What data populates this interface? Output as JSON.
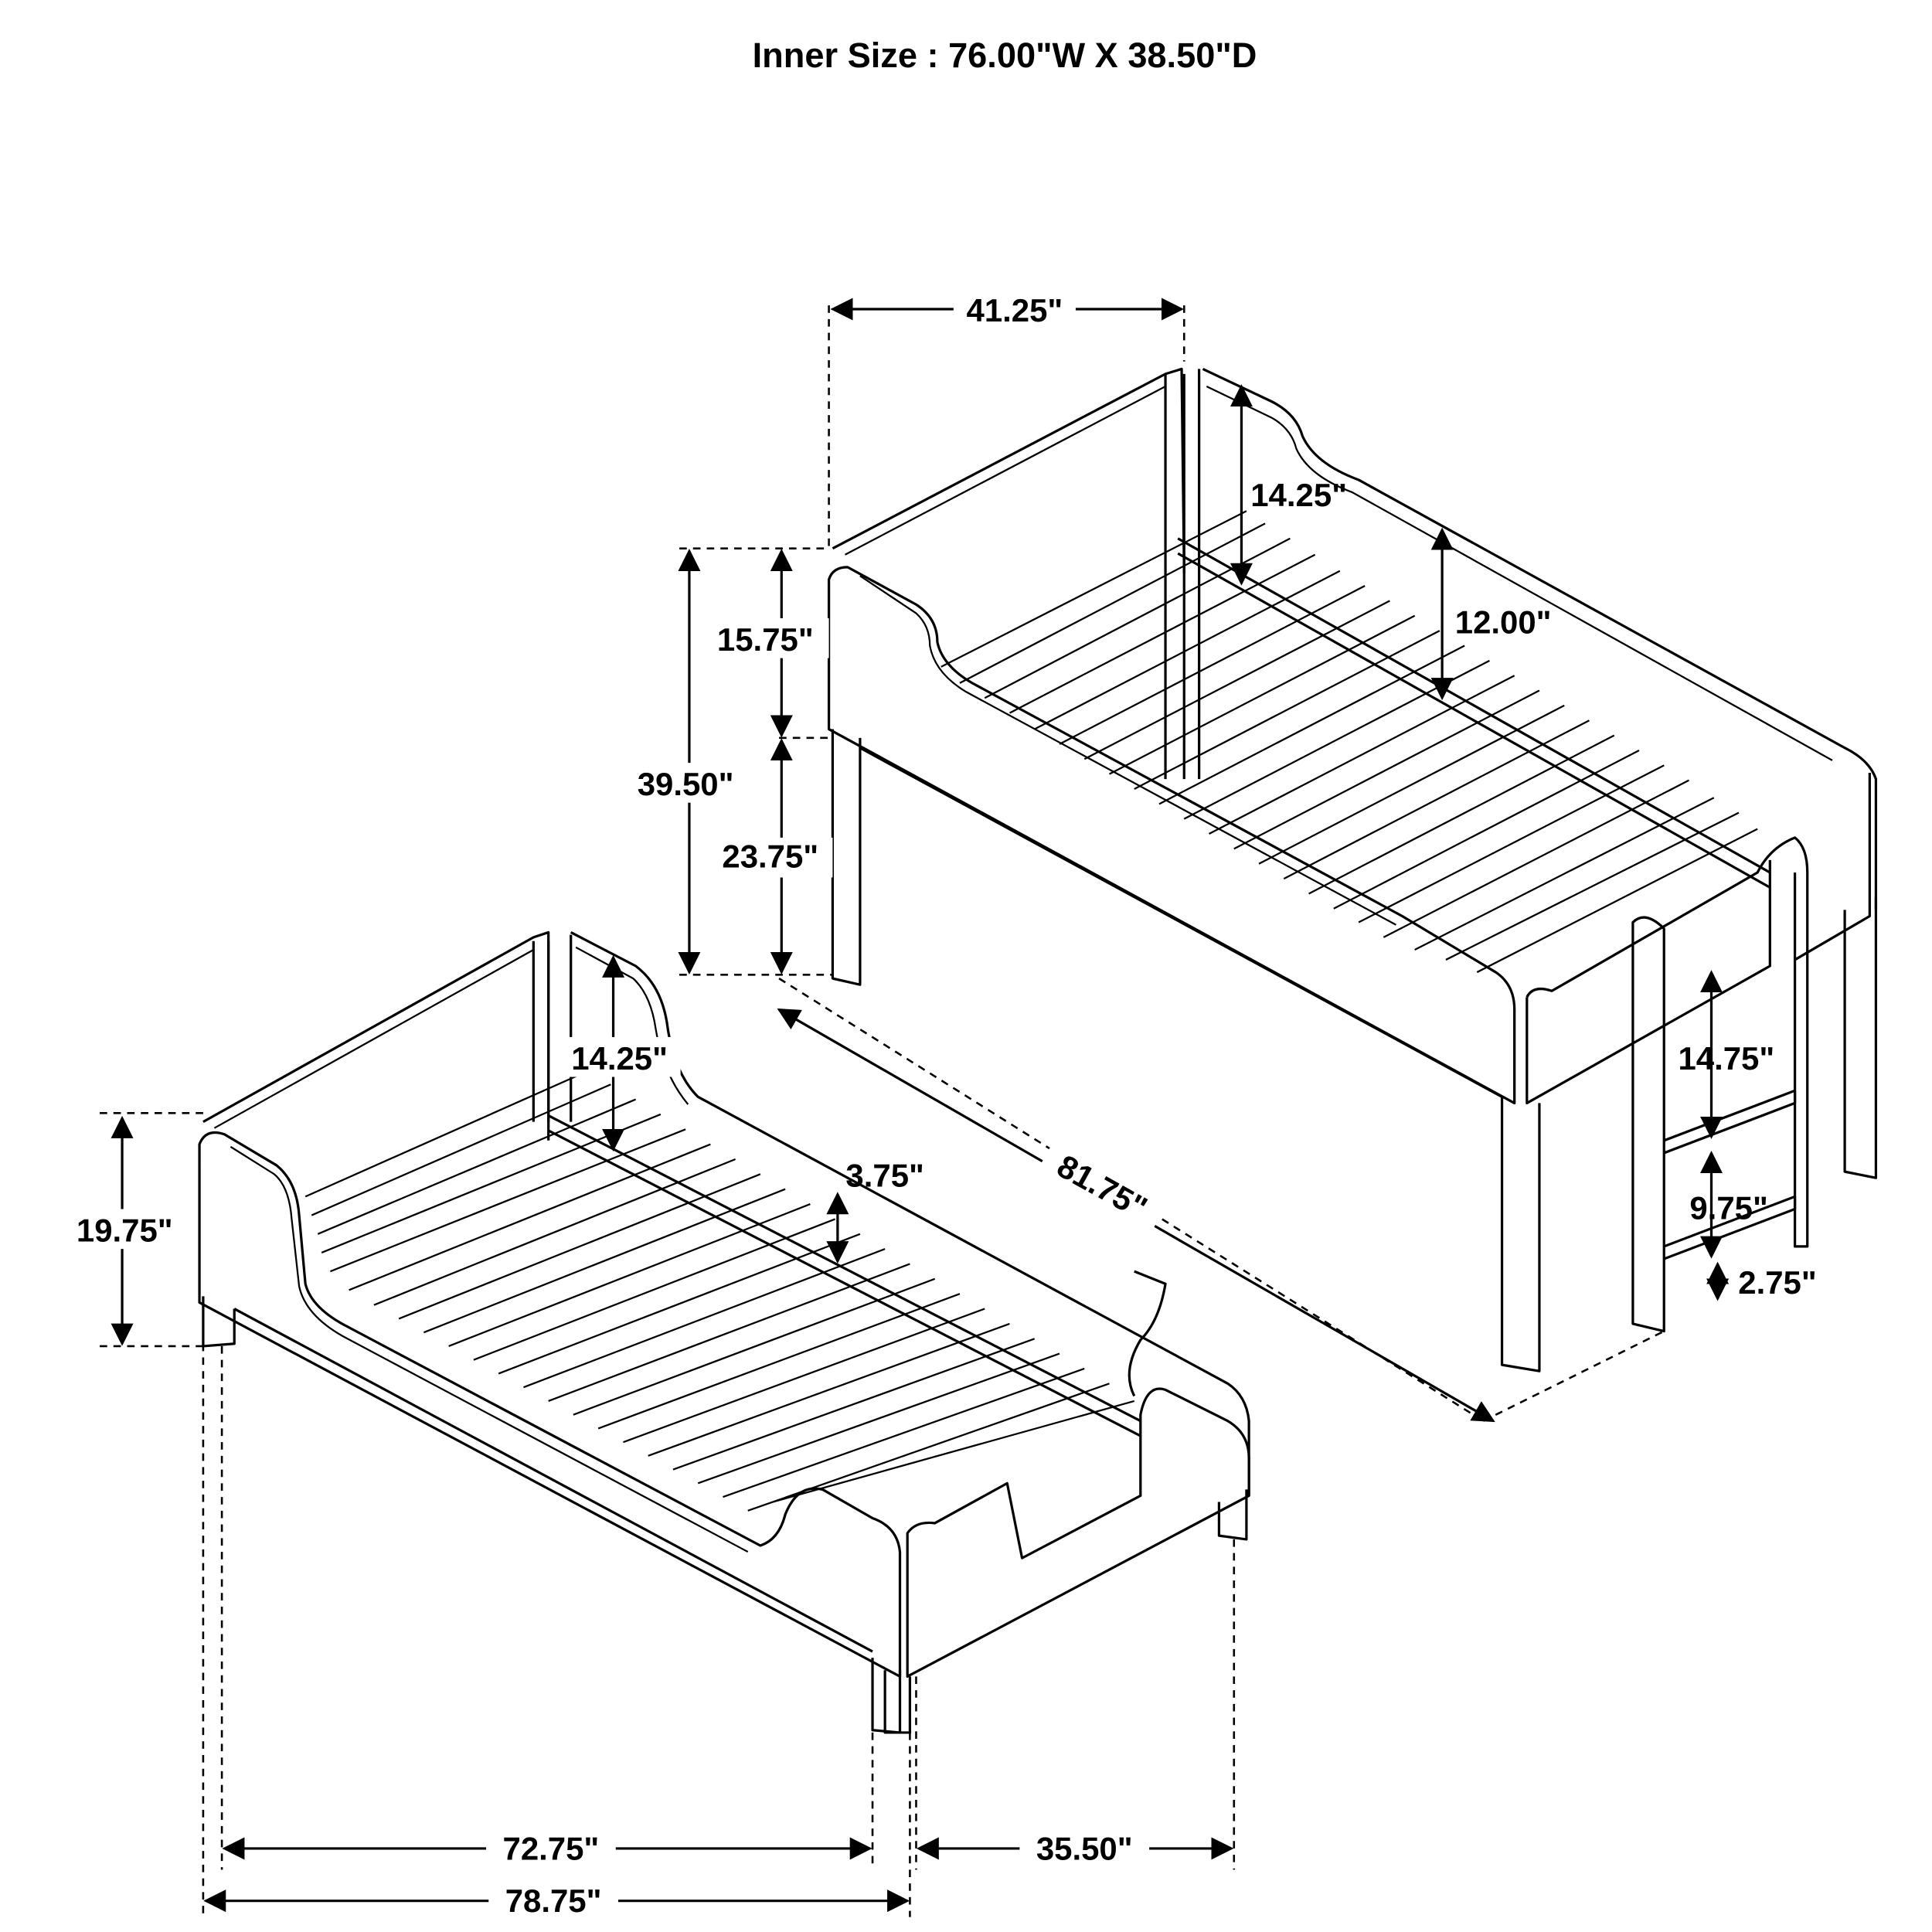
{
  "title": "Inner Size : 76.00\"W X  38.50\"D",
  "loft_bed": {
    "width": "41.25\"",
    "rail_height_top": "14.25\"",
    "rail_height_inner": "12.00\"",
    "headboard_height": "15.75\"",
    "total_height": "39.50\"",
    "clearance_height": "23.75\"",
    "length": "81.75\"",
    "ladder_step_1": "14.75\"",
    "ladder_step_2": "9.75\"",
    "ladder_bottom": "2.75\""
  },
  "lower_bed": {
    "rail_height": "14.25\"",
    "slat_drop": "3.75\"",
    "total_height": "19.75\"",
    "inner_length": "72.75\"",
    "width": "35.50\"",
    "total_length": "78.75\""
  }
}
